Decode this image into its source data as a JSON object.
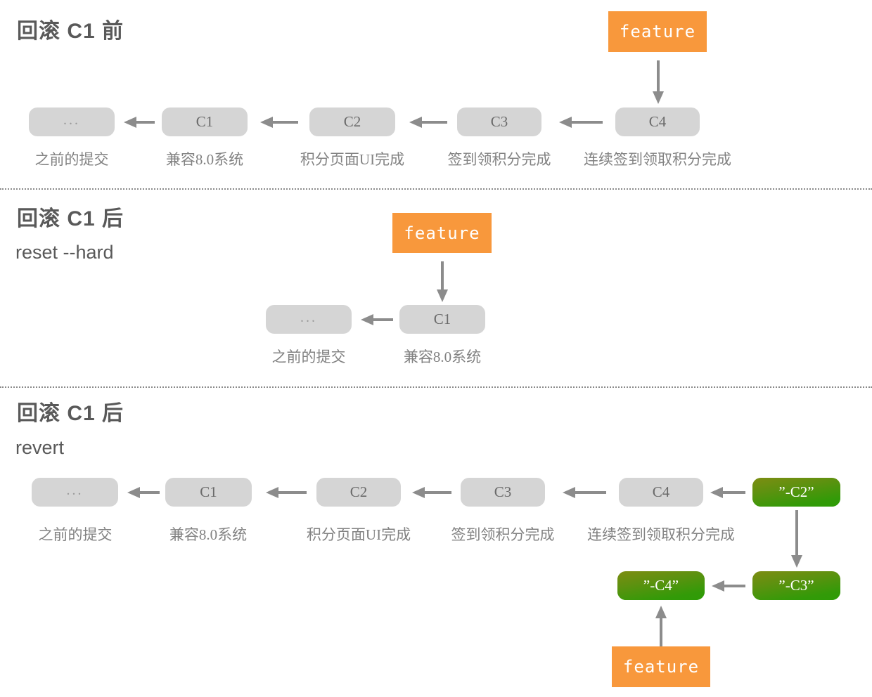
{
  "colors": {
    "node_gray": "#d5d5d5",
    "node_text": "#6a6a6a",
    "caption_text": "#828282",
    "title_text": "#595959",
    "branch_orange": "#f8983c",
    "revert_green_top": "#7d8d12",
    "revert_green_bottom": "#2d9c06",
    "arrow_gray": "#8c8c8c",
    "separator_gray": "#8a8a8a"
  },
  "sections": [
    {
      "title": "回滚 C1 前",
      "subtitle": "",
      "branch_label": "feature",
      "nodes": [
        {
          "label": "...",
          "caption": "之前的提交"
        },
        {
          "label": "C1",
          "caption": "兼容8.0系统"
        },
        {
          "label": "C2",
          "caption": "积分页面UI完成"
        },
        {
          "label": "C3",
          "caption": "签到领积分完成"
        },
        {
          "label": "C4",
          "caption": "连续签到领取积分完成"
        }
      ]
    },
    {
      "title": "回滚 C1 后",
      "subtitle": "reset --hard",
      "branch_label": "feature",
      "nodes": [
        {
          "label": "...",
          "caption": "之前的提交"
        },
        {
          "label": "C1",
          "caption": "兼容8.0系统"
        }
      ]
    },
    {
      "title": "回滚 C1 后",
      "subtitle": "revert",
      "branch_label": "feature",
      "nodes": [
        {
          "label": "...",
          "caption": "之前的提交"
        },
        {
          "label": "C1",
          "caption": "兼容8.0系统"
        },
        {
          "label": "C2",
          "caption": "积分页面UI完成"
        },
        {
          "label": "C3",
          "caption": "签到领积分完成"
        },
        {
          "label": "C4",
          "caption": "连续签到领取积分完成"
        }
      ],
      "revert_nodes": [
        {
          "label": "”-C2”"
        },
        {
          "label": "”-C3”"
        },
        {
          "label": "”-C4”"
        }
      ]
    }
  ]
}
